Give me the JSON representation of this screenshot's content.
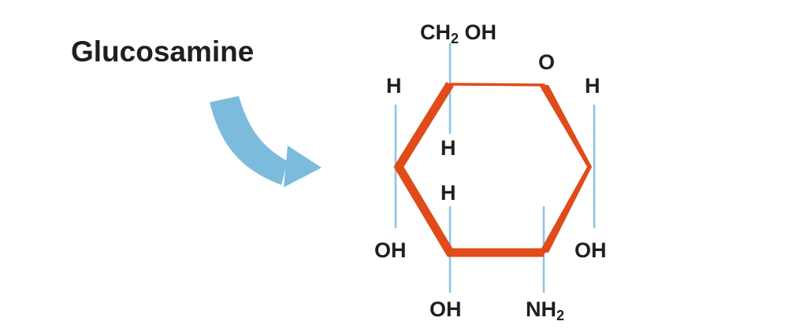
{
  "title": "Glucosamine",
  "colors": {
    "ring": "#e04b1a",
    "bond": "#8cc3e0",
    "arrow": "#7dbbdd",
    "text": "#1f1f1f"
  },
  "molecule": {
    "top_group": {
      "main": "CH",
      "sub": "2",
      "tail": " OH"
    },
    "ring_oxygen": "O",
    "h_left": "H",
    "h_right": "H",
    "h_upper_inner": "H",
    "h_lower_inner": "H",
    "oh_left": "OH",
    "oh_right": "OH",
    "oh_bottom": "OH",
    "amine": {
      "main": "NH",
      "sub": "2"
    }
  },
  "icons": {
    "arrow": "curved-arrow-icon"
  }
}
